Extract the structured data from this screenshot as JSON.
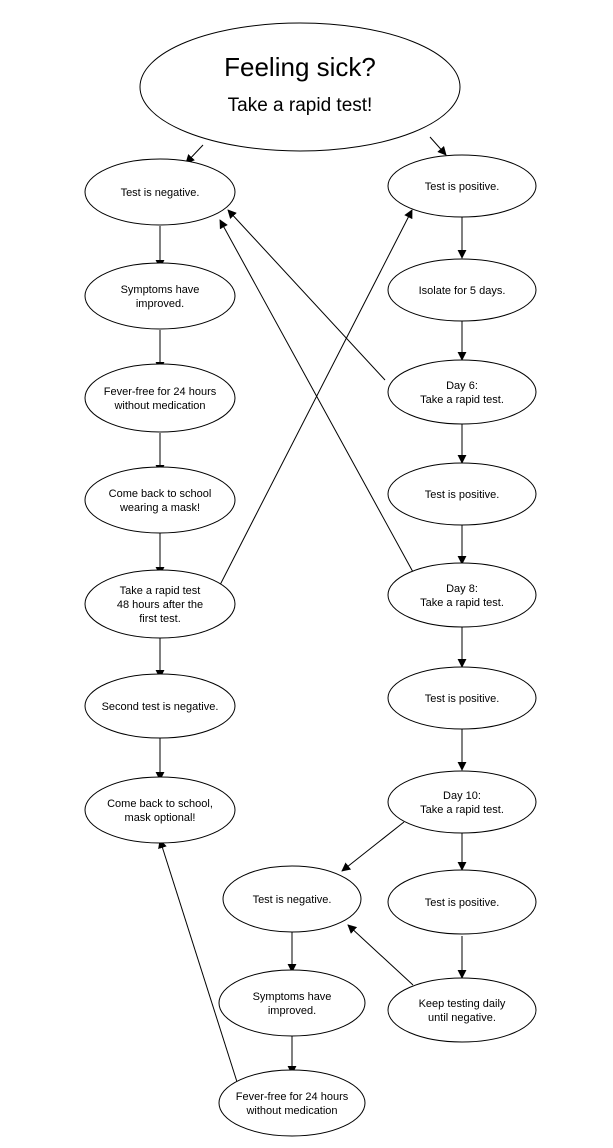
{
  "title": {
    "line1": "Feeling sick?",
    "line2": "Take a rapid test!"
  },
  "colors": {
    "stroke": "#000000",
    "fill": "#ffffff"
  },
  "nodes": {
    "left_negative": [
      "Test is negative."
    ],
    "left_symptoms_improved": [
      "Symptoms have",
      "improved."
    ],
    "left_fever_free": [
      "Fever-free for 24 hours",
      "without medication"
    ],
    "left_back_with_mask": [
      "Come back to school",
      "wearing a mask!"
    ],
    "left_rapid_test_48h": [
      "Take a rapid test",
      "48 hours after the",
      "first test."
    ],
    "left_second_negative": [
      "Second test is negative."
    ],
    "left_back_mask_optional": [
      "Come back to school,",
      "mask optional!"
    ],
    "right_positive": [
      "Test is positive."
    ],
    "right_isolate": [
      "Isolate for 5 days."
    ],
    "right_day6": [
      "Day 6:",
      "Take a rapid test."
    ],
    "right_day6_positive": [
      "Test is positive."
    ],
    "right_day8": [
      "Day 8:",
      "Take a rapid test."
    ],
    "right_day8_positive": [
      "Test is positive."
    ],
    "right_day10": [
      "Day 10:",
      "Take a rapid test."
    ],
    "right_day10_positive": [
      "Test is positive."
    ],
    "right_keep_testing": [
      "Keep testing daily",
      "until negative."
    ],
    "bottom_negative": [
      "Test is negative."
    ],
    "bottom_symptoms_improved": [
      "Symptoms have",
      "improved."
    ],
    "bottom_fever_free": [
      "Fever-free for 24 hours",
      "without medication"
    ]
  }
}
